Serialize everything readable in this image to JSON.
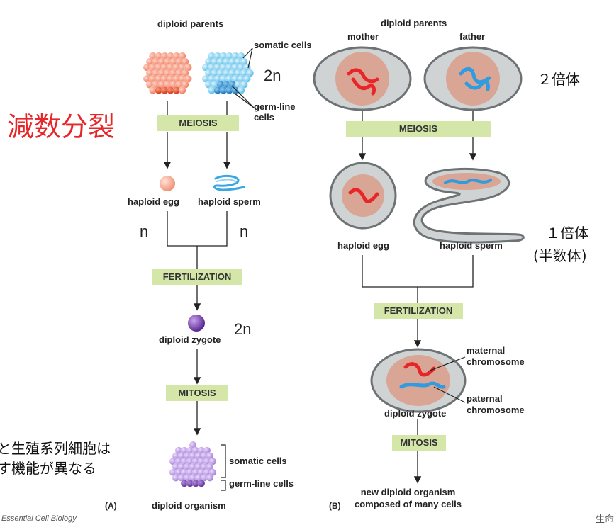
{
  "colors": {
    "stage_bar": "#d4e7a8",
    "maternal": "#e8262a",
    "paternal": "#2f9be0",
    "cell_fill": "#cfd3d4",
    "nucleus_fill": "#d9a594",
    "title_red": "#e8262a"
  },
  "panel_a": {
    "top_label": "diploid parents",
    "somatic_cells": "somatic cells",
    "germ_line_cells": "germ-line\ncells",
    "ploidy_top": "2n",
    "meiosis": "MEIOSIS",
    "haploid_egg": "haploid egg",
    "haploid_sperm": "haploid sperm",
    "n_left": "n",
    "n_right": "n",
    "fertilization": "FERTILIZATION",
    "zygote": "diploid zygote",
    "ploidy_zygote": "2n",
    "mitosis": "MITOSIS",
    "organism_somatic": "somatic cells",
    "organism_germ": "germ-line cells",
    "organism": "diploid organism",
    "panel_letter": "(A)"
  },
  "panel_b": {
    "top_label": "diploid parents",
    "mother": "mother",
    "father": "father",
    "diploid_jp": "２倍体",
    "meiosis": "MEIOSIS",
    "haploid_egg": "haploid egg",
    "haploid_sperm": "haploid sperm",
    "haploid_jp_1": "１倍体",
    "haploid_jp_2": "(半数体)",
    "fertilization": "FERTILIZATION",
    "maternal_chromosome": "maternal\nchromosome",
    "paternal_chromosome": "paternal\nchromosome",
    "zygote": "diploid zygote",
    "mitosis": "MITOSIS",
    "new_organism": "new diploid organism\ncomposed of many cells",
    "panel_letter": "(B)"
  },
  "annotations": {
    "meiosis_jp": "減数分裂",
    "note_line1": "と生殖系列細胞は",
    "note_line2": "す機能が異なる",
    "footer_left": "Essential Cell Biology",
    "footer_right": "生命"
  }
}
